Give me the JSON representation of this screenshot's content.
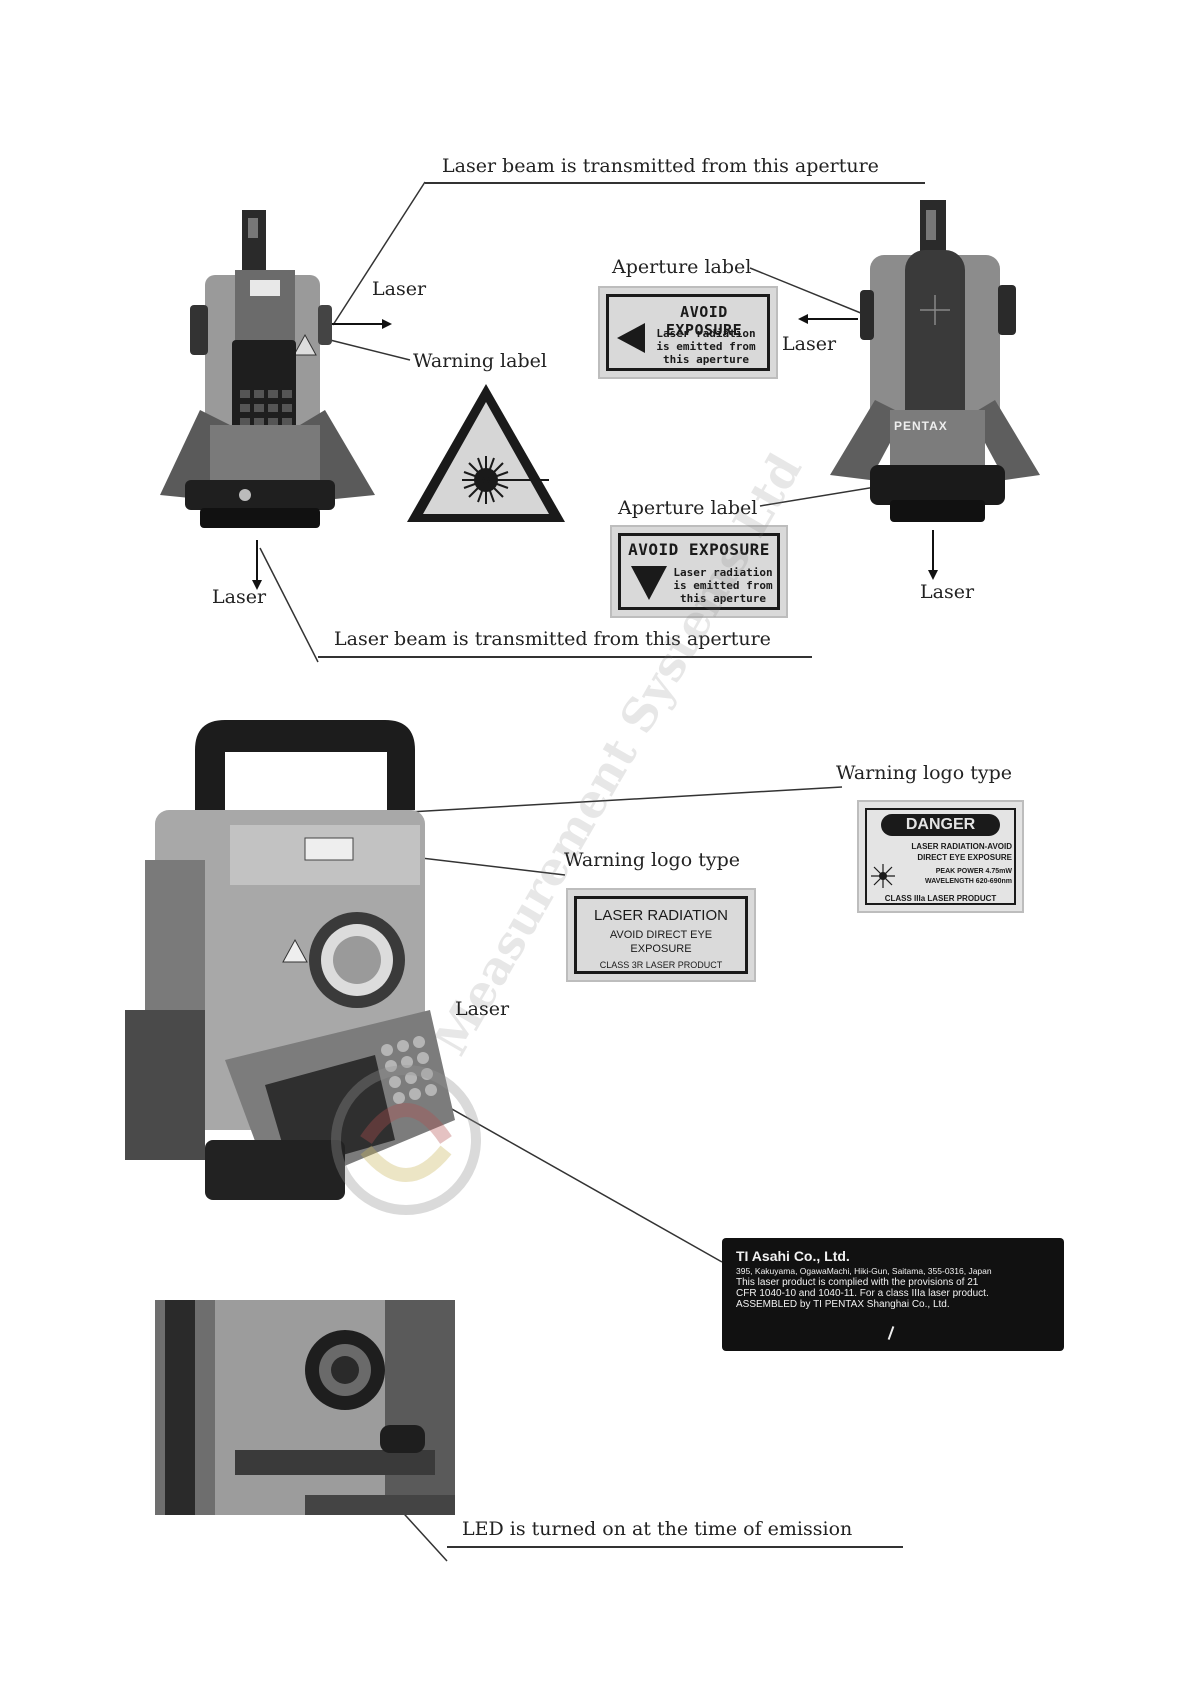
{
  "top_section": {
    "caption_top": "Laser beam is transmitted from this aperture",
    "caption_bottom": "Laser beam is transmitted from this aperture",
    "laser_left_side": "Laser",
    "laser_left_bottom": "Laser",
    "laser_right_side": "Laser",
    "laser_right_bottom": "Laser",
    "warning_label": "Warning label",
    "aperture_label_top": "Aperture label",
    "aperture_label_bottom": "Aperture label",
    "avoid_top": {
      "title": "AVOID EXPOSURE",
      "lines": [
        "Laser radiation",
        "is emitted from",
        "this aperture"
      ]
    },
    "avoid_bottom": {
      "title": "AVOID EXPOSURE",
      "lines": [
        "Laser radiation",
        "is emitted from",
        "this aperture"
      ]
    },
    "brand": "PENTAX"
  },
  "middle_section": {
    "warning_logo_type_1": "Warning logo type",
    "warning_logo_type_2": "Warning logo type",
    "laser": "Laser",
    "danger_label": {
      "title": "DANGER",
      "lines": [
        "LASER RADIATION-AVOID",
        "DIRECT EYE EXPOSURE"
      ],
      "spec_lines": [
        "PEAK POWER 4.75mW",
        "WAVELENGTH 620-690nm"
      ],
      "class_line": "CLASS IIIa LASER PRODUCT"
    },
    "laser_radiation_label": {
      "title": "LASER RADIATION",
      "lines": [
        "AVOID DIRECT EYE",
        "EXPOSURE"
      ],
      "class_line": "CLASS 3R LASER PRODUCT"
    },
    "ti_asahi_plate": {
      "company": "TI Asahi Co., Ltd.",
      "lines": [
        "395, Kakuyama, OgawaMachi, Hiki-Gun, Saitama, 355-0316, Japan",
        "This laser product is complied with the provisions of 21",
        "CFR 1040-10 and 1040-11. For a class IIIa laser product.",
        "ASSEMBLED by TI PENTAX Shanghai Co., Ltd."
      ]
    },
    "watermark": "Measurement Systems Ltd"
  },
  "bottom_section": {
    "led_caption": "LED is turned on at the time of emission"
  }
}
